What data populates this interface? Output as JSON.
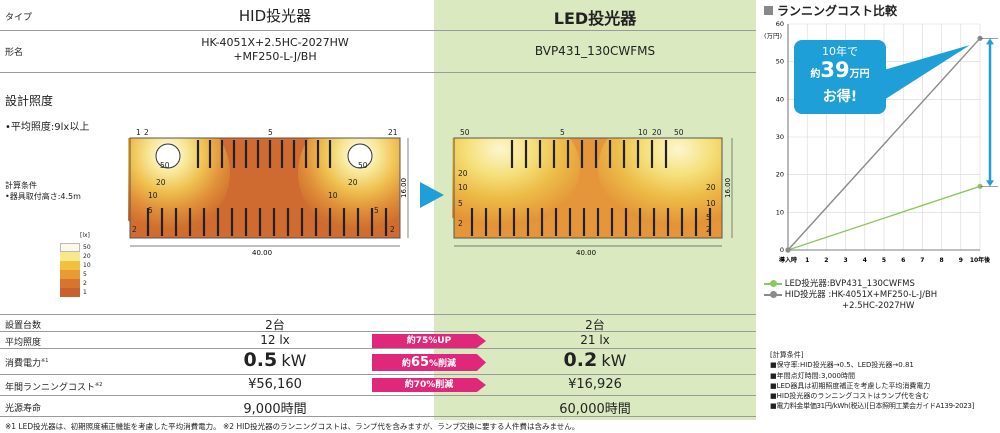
{
  "left_labels": {
    "type": "タイプ",
    "model": "形名",
    "design": "設計照度",
    "avg": "•平均照度:9lx以上",
    "calc_title": "計算条件",
    "calc_height": "•器具取付高さ:4.5m",
    "unit_lx": "[lx]"
  },
  "hid": {
    "title": "HID投光器",
    "model_line1": "HK-4051X+2.5HC-2027HW",
    "model_line2": "+MF250-L-J/BH",
    "width_dim": "40.00",
    "height_dim": "16.00",
    "contours": [
      "1",
      "2",
      "2",
      "5",
      "10",
      "20",
      "50",
      "5",
      "10",
      "20",
      "50",
      "5",
      "21",
      "1",
      "2",
      "2"
    ]
  },
  "led": {
    "title": "LED投光器",
    "model": "BVP431_130CWFMS",
    "width_dim": "40.00",
    "height_dim": "16.00",
    "contours": [
      "50",
      "5",
      "5",
      "10",
      "20",
      "50",
      "20",
      "10",
      "5",
      "2",
      "20",
      "10",
      "5",
      "2"
    ]
  },
  "legend": {
    "values": [
      "50",
      "20",
      "10",
      "5",
      "2",
      "1"
    ],
    "colors": [
      "#fbf7ea",
      "#f7e88a",
      "#f0c040",
      "#e89a35",
      "#d9742e",
      "#c86030"
    ]
  },
  "rows": [
    {
      "label": "設置台数",
      "hid": "2台",
      "led": "2台",
      "badge": ""
    },
    {
      "label": "平均照度",
      "hid": "12 lx",
      "led": "21 lx",
      "badge": "約75%UP"
    },
    {
      "label": "消費電力",
      "sup": "※1",
      "hid_big": "0.5",
      "hid_unit": "kW",
      "led_big": "0.2",
      "led_unit": "kW",
      "badge_pre": "約",
      "badge_big": "65",
      "badge_post": "%削減"
    },
    {
      "label": "年間ランニングコスト",
      "sup": "※2",
      "hid": "¥56,160",
      "led": "¥16,926",
      "badge": "約70%削減"
    },
    {
      "label": "光源寿命",
      "hid": "9,000時間",
      "led": "60,000時間",
      "badge": ""
    }
  ],
  "footnote": "※1 LED投光器は、初期照度補正機能を考慮した平均消費電力。 ※2 HID投光器のランニングコストは、ランプ代を含みますが、ランプ交換に要する人件費は含みません。",
  "chart_data": {
    "type": "line",
    "title": "ランニングコスト比較",
    "ylabel": "(万円)",
    "ylim": [
      0,
      60
    ],
    "yticks": [
      "0",
      "10",
      "20",
      "30",
      "40",
      "50",
      "60"
    ],
    "x": [
      "導入時",
      "1",
      "2",
      "3",
      "4",
      "5",
      "6",
      "7",
      "8",
      "9",
      "10年後"
    ],
    "series": [
      {
        "name": "LED投光器:BVP431_130CWFMS",
        "color": "#8cc860",
        "start": 0,
        "end": 16.9
      },
      {
        "name": "HID投光器:HK-4051X+MF250-L-J/BH +2.5HC-2027HW",
        "color": "#8a8a8a",
        "start": 0,
        "end": 56.2
      }
    ],
    "callout": {
      "line1": "10年で",
      "pre": "約",
      "big": "39",
      "unit": "万円",
      "line3": "お得!"
    },
    "legend_led": "LED投光器:BVP431_130CWFMS",
    "legend_hid1": "HID投光器 :HK-4051X+MF250-L-J/BH",
    "legend_hid2": "+2.5HC-2027HW"
  },
  "calc_conditions": {
    "title": "[計算条件]",
    "lines": [
      "■保守率:HID投光器→0.5、LED投光器→0.81",
      "■年間点灯時間:3,000時間",
      "■LED器具は初期照度補正を考慮した平均消費電力",
      "■HID投光器のランニングコストはランプ代を含む",
      "■電力料金単価31円/kWh(税込)[日本照明工業会ガイドA139-2023]"
    ]
  }
}
